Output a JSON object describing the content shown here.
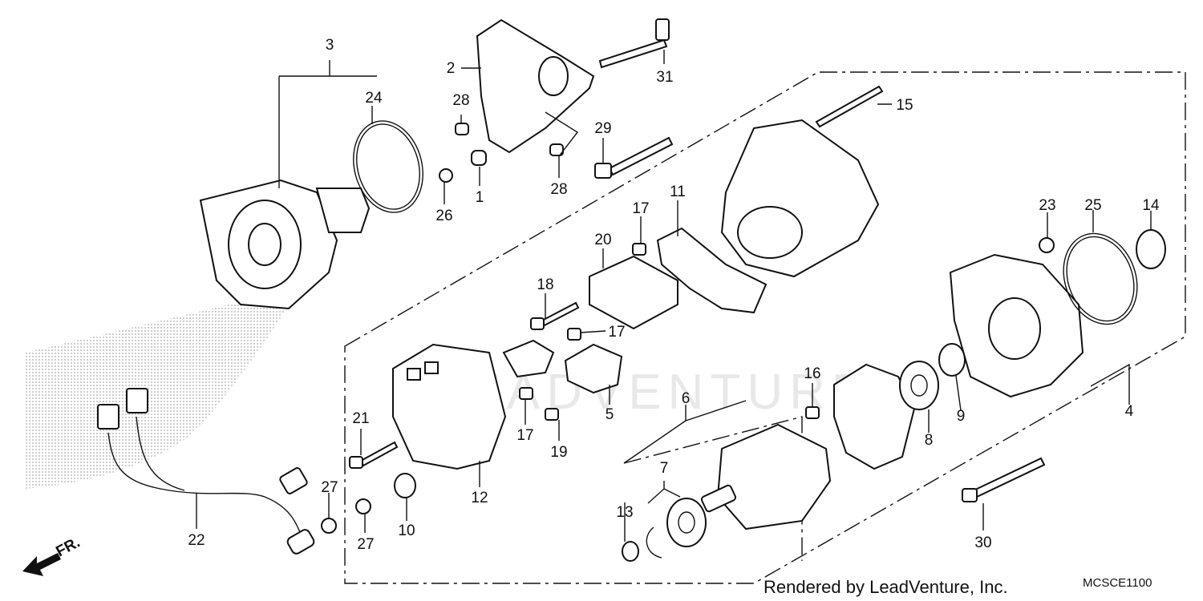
{
  "watermark": "LEADVENTURE",
  "footer": {
    "credit": "Rendered by LeadVenture, Inc.",
    "code": "MCSCE1100"
  },
  "direction": {
    "label": "FR."
  },
  "callouts": [
    "1",
    "2",
    "3",
    "4",
    "5",
    "6",
    "7",
    "8",
    "9",
    "10",
    "11",
    "12",
    "13",
    "14",
    "15",
    "16",
    "17",
    "18",
    "19",
    "20",
    "21",
    "22",
    "23",
    "24",
    "25",
    "26",
    "27",
    "28",
    "29",
    "30",
    "31"
  ]
}
